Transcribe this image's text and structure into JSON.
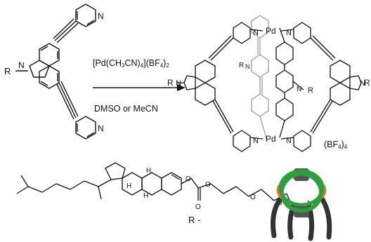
{
  "reaction": {
    "reagent": {
      "pre": "[Pd(CH",
      "s1": "3",
      "mid1": "CN)",
      "s2": "4",
      "mid2": "](BF",
      "s3": "4",
      "mid3": ")",
      "s4": "2"
    },
    "conditions": "DMSO or MeCN"
  },
  "ligand": {
    "r_label": "R",
    "n_pyridine": "N",
    "n_carbazole": "N"
  },
  "cage": {
    "pd_label": "Pd",
    "n_label": "N",
    "r_label": "R",
    "counterion": {
      "pre": "(BF",
      "s1": "4",
      "mid": ")",
      "s2": "4"
    }
  },
  "substituent": {
    "label": "R -"
  },
  "colors": {
    "line": "#111111",
    "back_ligand": "#9a9a9a",
    "ring_green": "#2e9e3e",
    "pd_grey": "#555555",
    "arm_orange": "#e8762a",
    "tail_dark": "#333333"
  }
}
